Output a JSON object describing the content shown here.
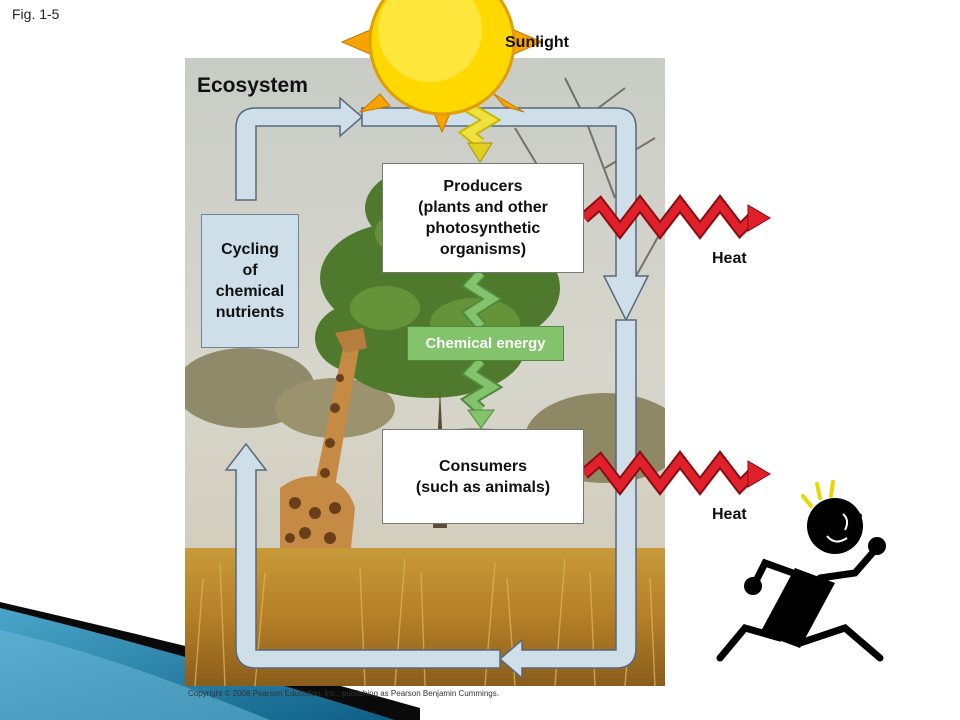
{
  "figure_label": "Fig. 1-5",
  "ecosystem_title": "Ecosystem",
  "sunlight_label": "Sunlight",
  "producers_label": "Producers\n(plants and other\nphotosynthetic\norganisms)",
  "consumers_label": "Consumers\n(such as animals)",
  "cycling_label": "Cycling\nof\nchemical\nnutrients",
  "chemical_energy_label": "Chemical energy",
  "heat_labels": [
    "Heat",
    "Heat"
  ],
  "copyright": "Copyright © 2008 Pearson Education, Inc., publishing as Pearson Benjamin Cummings.",
  "colors": {
    "cycle_arrow": "#cfdfe9",
    "energy_arrow": "#82c36c",
    "heat_arrow": "#e0202a",
    "sun": "#ffd800"
  }
}
